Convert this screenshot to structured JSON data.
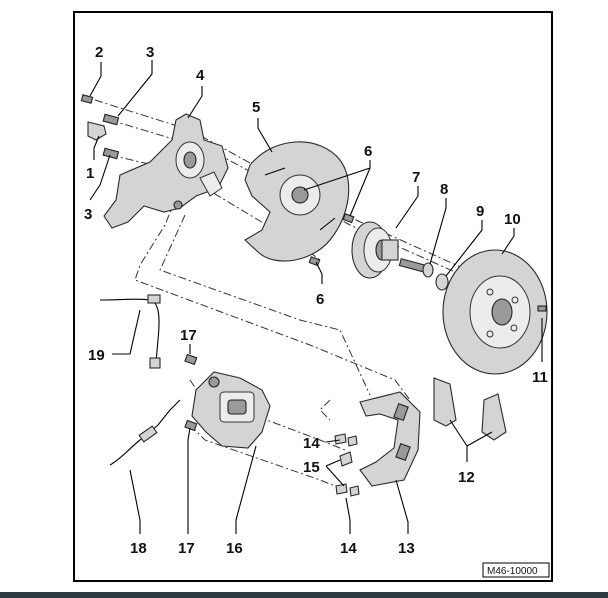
{
  "diagram": {
    "reference_code": "M46-10000",
    "callouts": [
      "1",
      "2",
      "3",
      "3",
      "4",
      "5",
      "6",
      "6",
      "7",
      "8",
      "9",
      "10",
      "11",
      "12",
      "13",
      "14",
      "14",
      "15",
      "16",
      "17",
      "17",
      "18",
      "19"
    ]
  },
  "colors": {
    "frame": "#000000",
    "part_fill": "#d4d4d4",
    "part_stroke": "#2a2a2a",
    "bottom_bar": "#2e3a40"
  }
}
